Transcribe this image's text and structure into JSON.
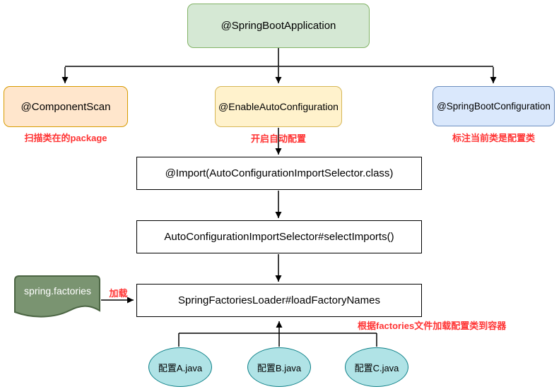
{
  "nodes": {
    "root": "@SpringBootApplication",
    "component_scan": "@ComponentScan",
    "enable_auto_configuration": "@EnableAutoConfiguration",
    "spring_boot_configuration": "@SpringBootConfiguration",
    "import_selector": "@Import(AutoConfigurationImportSelector.class)",
    "select_imports": "AutoConfigurationImportSelector#selectImports()",
    "load_factory_names": "SpringFactoriesLoader#loadFactoryNames",
    "factories_file": "spring.factories"
  },
  "notes": {
    "component_scan": "扫描类在的package",
    "enable_auto_configuration": "开启自动配置",
    "spring_boot_configuration": "标注当前类是配置类",
    "load": "加载",
    "factories": "根据factories文件加载配置类到容器"
  },
  "configs": [
    {
      "label": "配置A.java"
    },
    {
      "label": "配置B.java"
    },
    {
      "label": "配置C.java"
    }
  ],
  "colors": {
    "root_fill": "#d5e8d4",
    "root_border": "#82b366",
    "component_scan_fill": "#ffe6cc",
    "component_scan_border": "#d79b00",
    "enable_auto_fill": "#fff2cc",
    "enable_auto_border": "#d6b656",
    "sb_config_fill": "#dae8fc",
    "sb_config_border": "#6c8ebf",
    "plain_box_fill": "#ffffff",
    "plain_box_border": "#000000",
    "config_ellipse_fill": "#b0e3e6",
    "config_ellipse_border": "#0e8088",
    "factories_doc_fill": "#7a9471",
    "factories_doc_border": "#4b6543",
    "note_text": "#ff3333",
    "connector": "#000000"
  }
}
